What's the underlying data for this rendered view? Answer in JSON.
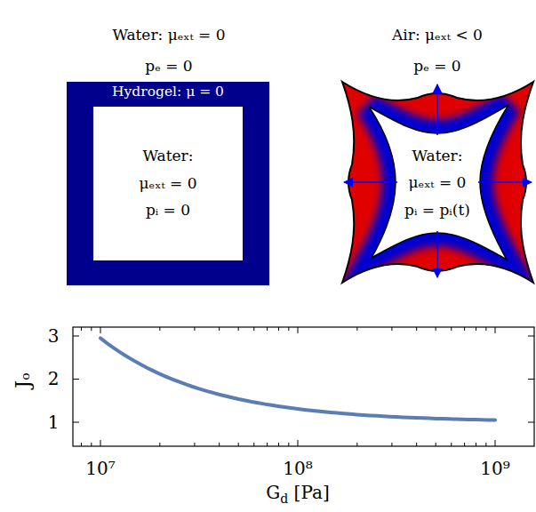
{
  "diagram": {
    "nodes": [
      {
        "text": [
          "Hydrogel: μ = 0"
        ]
      },
      {
        "text": [
          "Water:",
          "μₑₓₜ = 0",
          "pᵢ = 0"
        ],
        "in": 0
      },
      {
        "text": [
          "Water:",
          "μₑₓₜ = 0",
          "pᵢ = pᵢ(t)"
        ]
      }
    ],
    "labels": [
      "Water: μₑₓₜ = 0",
      "pₑ = 0",
      "Air: μₑₓₜ < 0",
      "pₑ = 0",
      "3",
      "2",
      "1",
      "Jₒ",
      "10⁷",
      "10⁸",
      "10⁹",
      "Gd [Pa]"
    ]
  }
}
